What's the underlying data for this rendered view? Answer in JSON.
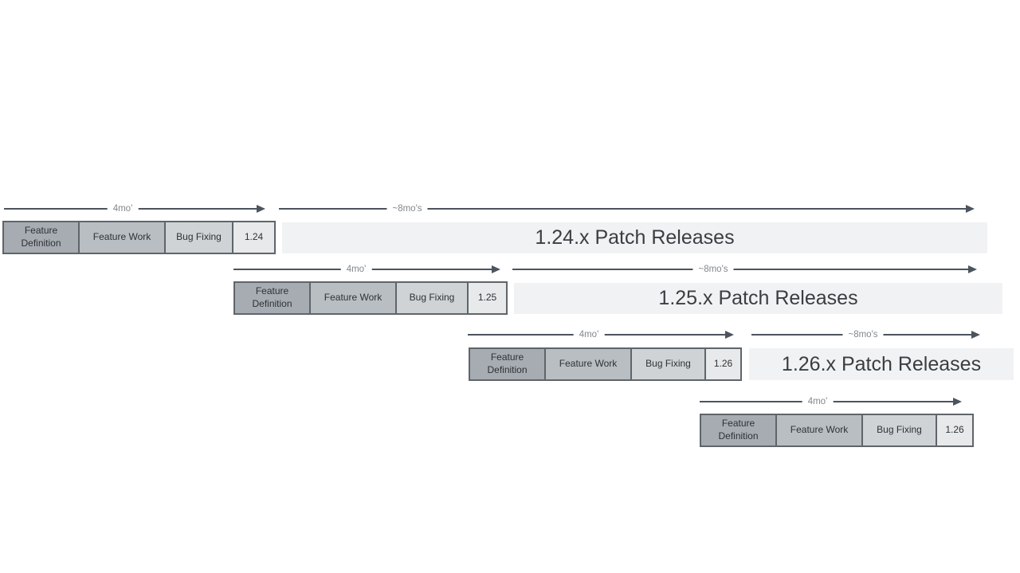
{
  "colors": {
    "feature_definition_fill": "#a6acb2",
    "feature_work_fill": "#b9bec3",
    "bug_fixing_fill": "#cfd3d6",
    "version_box_fill": "#e7e9ea",
    "patch_bar_fill": "#f1f2f4",
    "box_border": "#5f656a",
    "arrow": "#4c545e",
    "duration_label_text": "#82878c",
    "stage_label_text": "#2e3236",
    "patch_label_text": "#3b3e41"
  },
  "cycles": [
    {
      "version": "1.24",
      "stages": [
        "Feature Definition",
        "Feature Work",
        "Bug Fixing"
      ],
      "dev_duration": "4mo'",
      "patch_duration": "~8mo's",
      "patch_bar_label": "1.24.x Patch Releases"
    },
    {
      "version": "1.25",
      "stages": [
        "Feature Definition",
        "Feature Work",
        "Bug Fixing"
      ],
      "dev_duration": "4mo'",
      "patch_duration": "~8mo's",
      "patch_bar_label": "1.25.x Patch Releases"
    },
    {
      "version": "1.26",
      "stages": [
        "Feature Definition",
        "Feature Work",
        "Bug Fixing"
      ],
      "dev_duration": "4mo'",
      "patch_duration": "~8mo's",
      "patch_bar_label": "1.26.x Patch Releases"
    },
    {
      "version": "1.26",
      "stages": [
        "Feature Definition",
        "Feature Work",
        "Bug Fixing"
      ],
      "dev_duration": "4mo'"
    }
  ]
}
